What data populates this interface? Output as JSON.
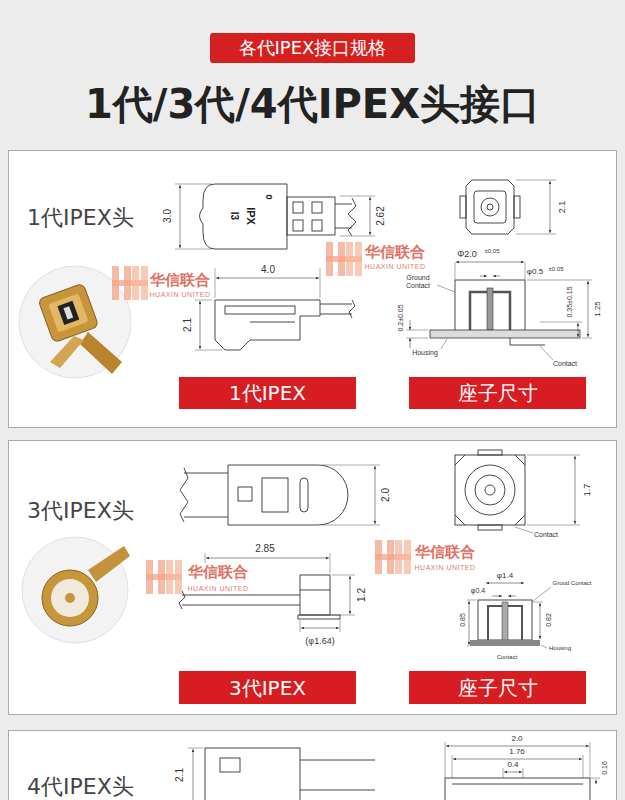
{
  "diagram": {
    "title": "1代/3代/4代IPEX头接口",
    "nodes": [
      {
        "text": [
          "各代IPEX接口规格"
        ]
      },
      {
        "text": [
          "1代IPEX头"
        ]
      },
      {
        "text": [
          "1代IPEX"
        ],
        "in": 1
      },
      {
        "text": [
          "座子尺寸"
        ],
        "in": 1
      },
      {
        "text": [
          "3代IPEX头"
        ]
      },
      {
        "text": [
          "3代IPEX"
        ],
        "in": 4
      },
      {
        "text": [
          "座子尺寸"
        ],
        "in": 4
      },
      {
        "text": [
          "4代IPEX头"
        ]
      }
    ],
    "labels": [
      "IPX",
      "I3",
      "0",
      "3.0",
      "2.62",
      "4.0",
      "2.1",
      "2.1",
      "Ground Contact",
      "Φ2.0",
      "±0.05",
      "φ0.5",
      "±0.05",
      "0.35±0.15",
      "1.25",
      "0.2±0.05",
      "Housing",
      "Contact",
      "华信联合",
      "HUAXIN UNITED",
      "华信联合",
      "HUAXIN UNITED",
      "2.0",
      "2.85",
      "1.2",
      "(φ1.64)",
      "1.7",
      "Contact",
      "φ1.4",
      "φ0.4",
      "Groud Contact",
      "0.85",
      "0.82",
      "Housing",
      "Contact",
      "华信联合",
      "HUAXIN UNITED",
      "华信联合",
      "HUAXIN UNITED",
      "2.1",
      "2.0",
      "1.76",
      "0.4",
      "0.16"
    ]
  }
}
